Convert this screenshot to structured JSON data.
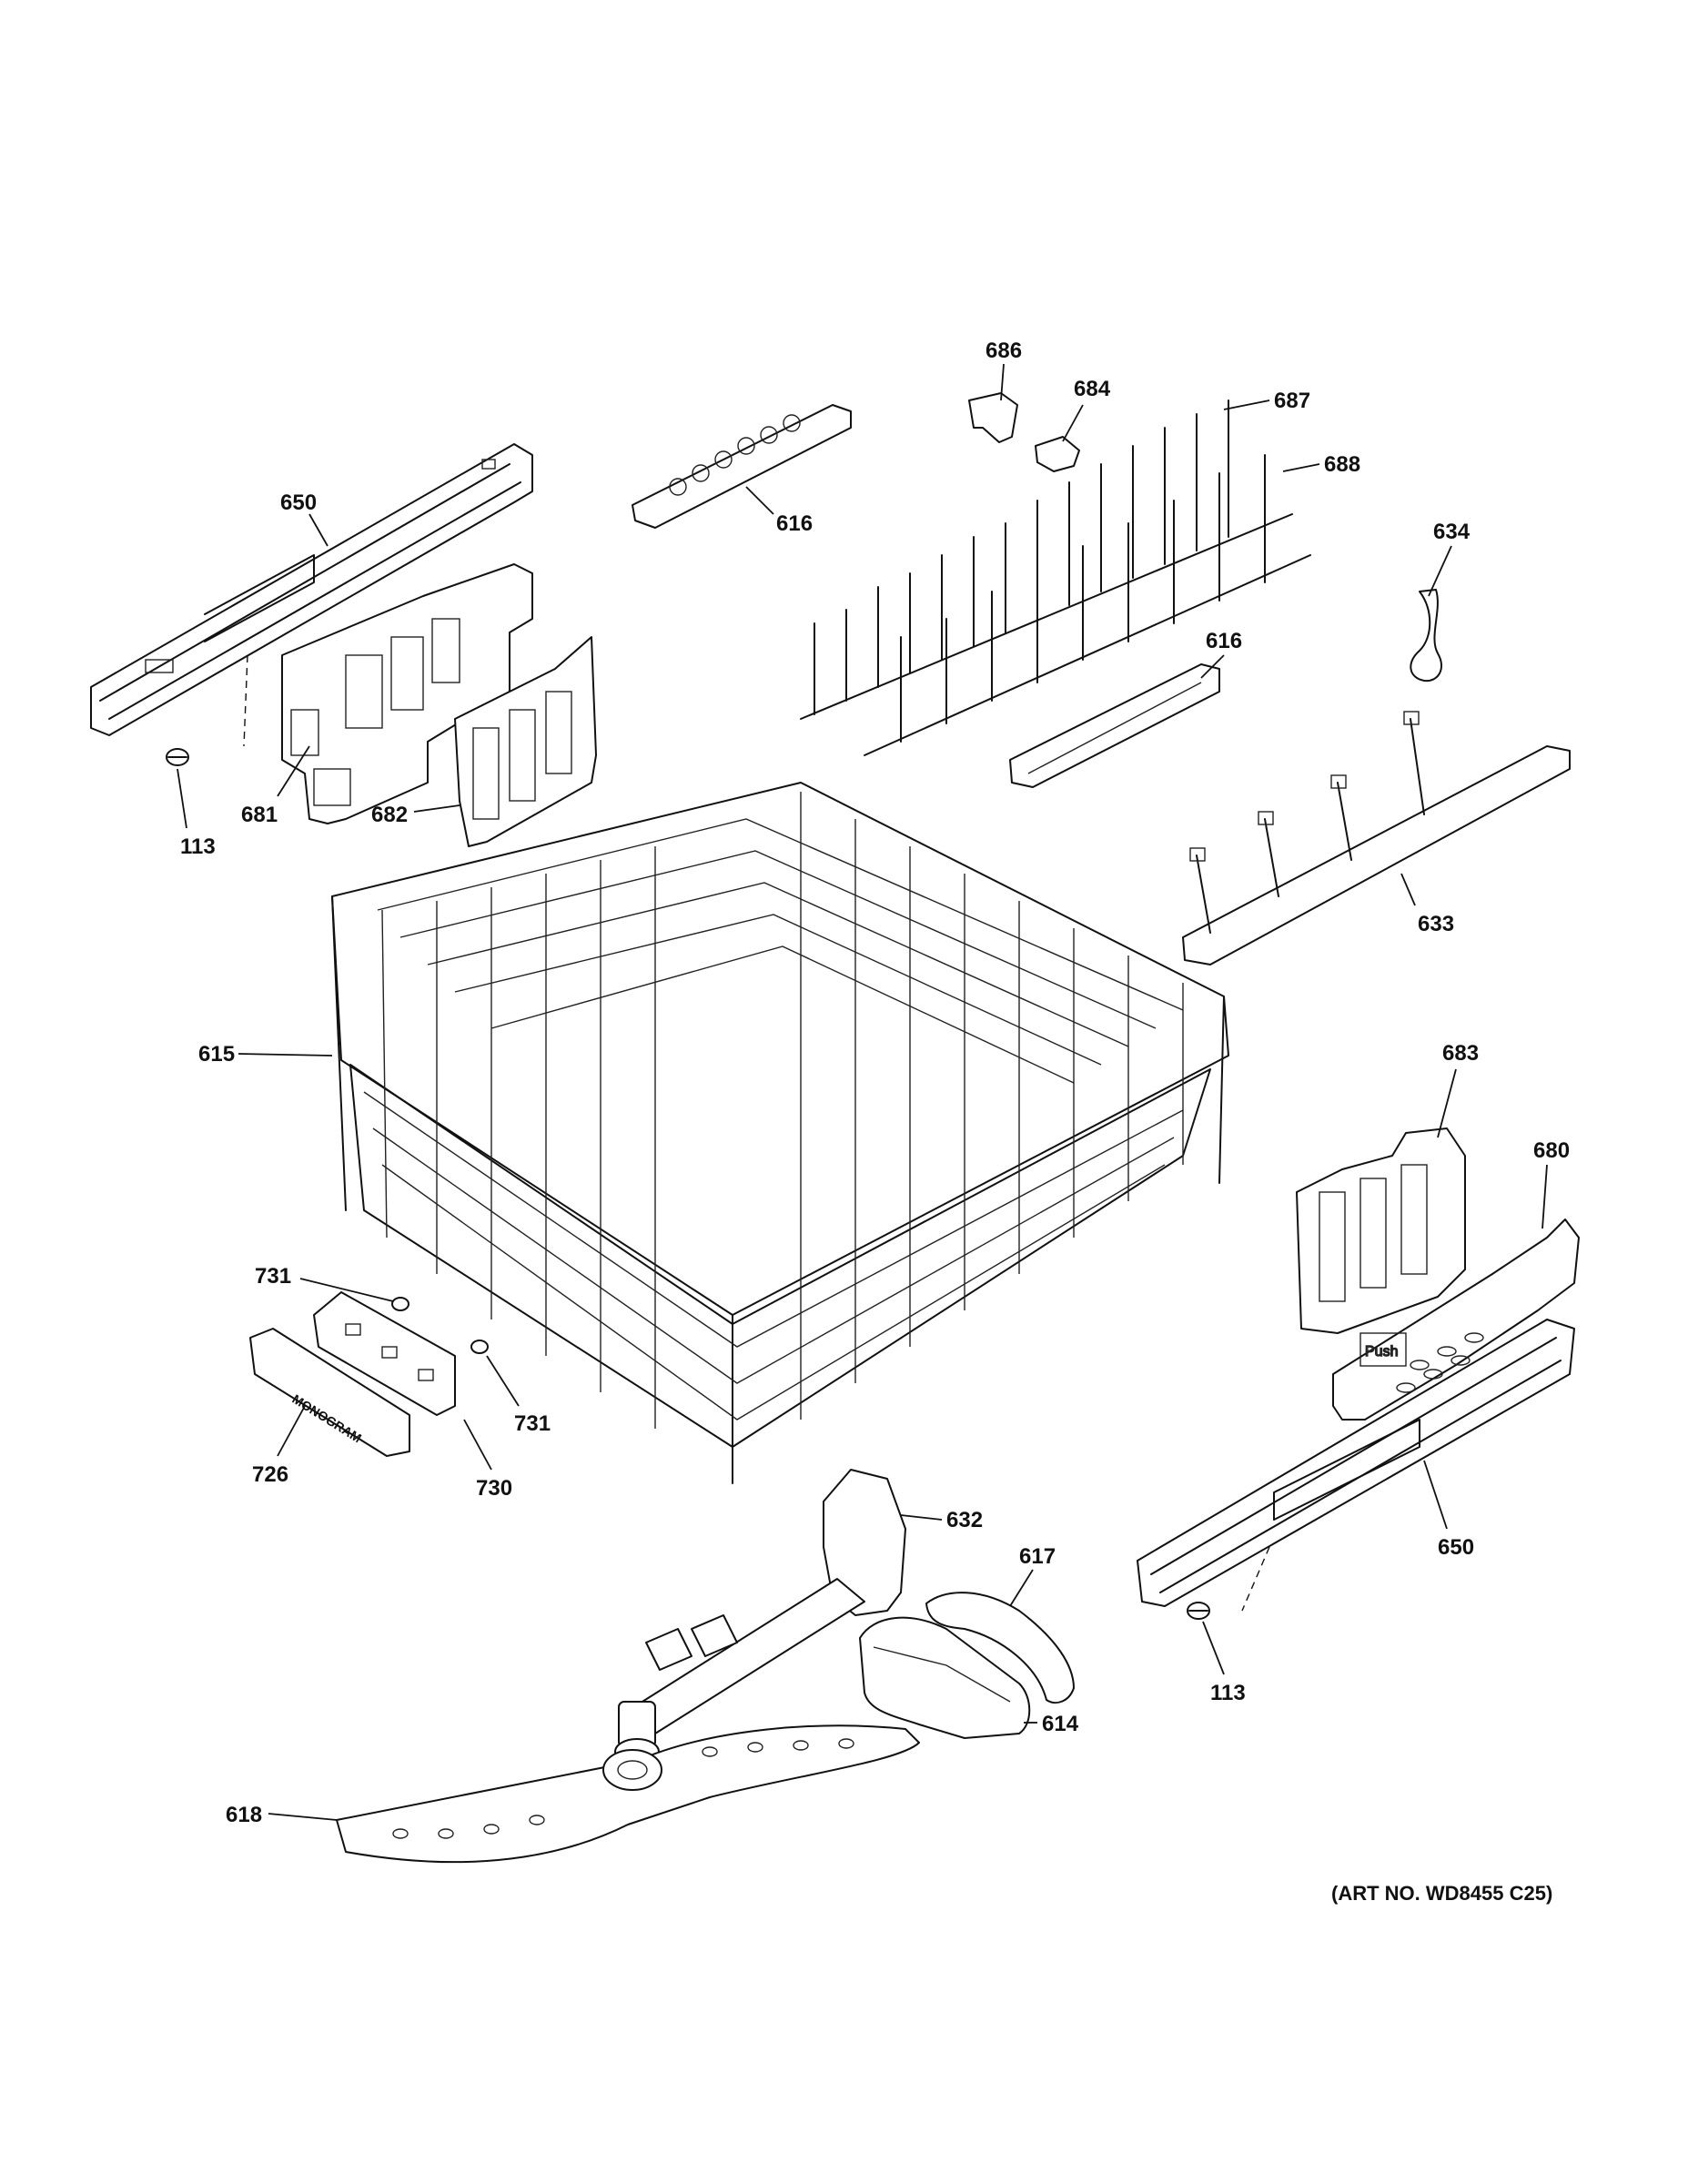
{
  "callouts": {
    "c686": "686",
    "c684": "684",
    "c687": "687",
    "c688": "688",
    "c650_top": "650",
    "c616_top": "616",
    "c634": "634",
    "c616_mid": "616",
    "c113_left": "113",
    "c681": "681",
    "c682": "682",
    "c633": "633",
    "c615": "615",
    "c683": "683",
    "c680": "680",
    "c731_a": "731",
    "c731_b": "731",
    "c726": "726",
    "c730": "730",
    "c632": "632",
    "c617": "617",
    "c650_right": "650",
    "c614": "614",
    "c113_right": "113",
    "c618": "618"
  },
  "labels": {
    "monogram": "MONOGRAM",
    "push": "Push",
    "art_no": "(ART NO. WD8455 C25)"
  }
}
